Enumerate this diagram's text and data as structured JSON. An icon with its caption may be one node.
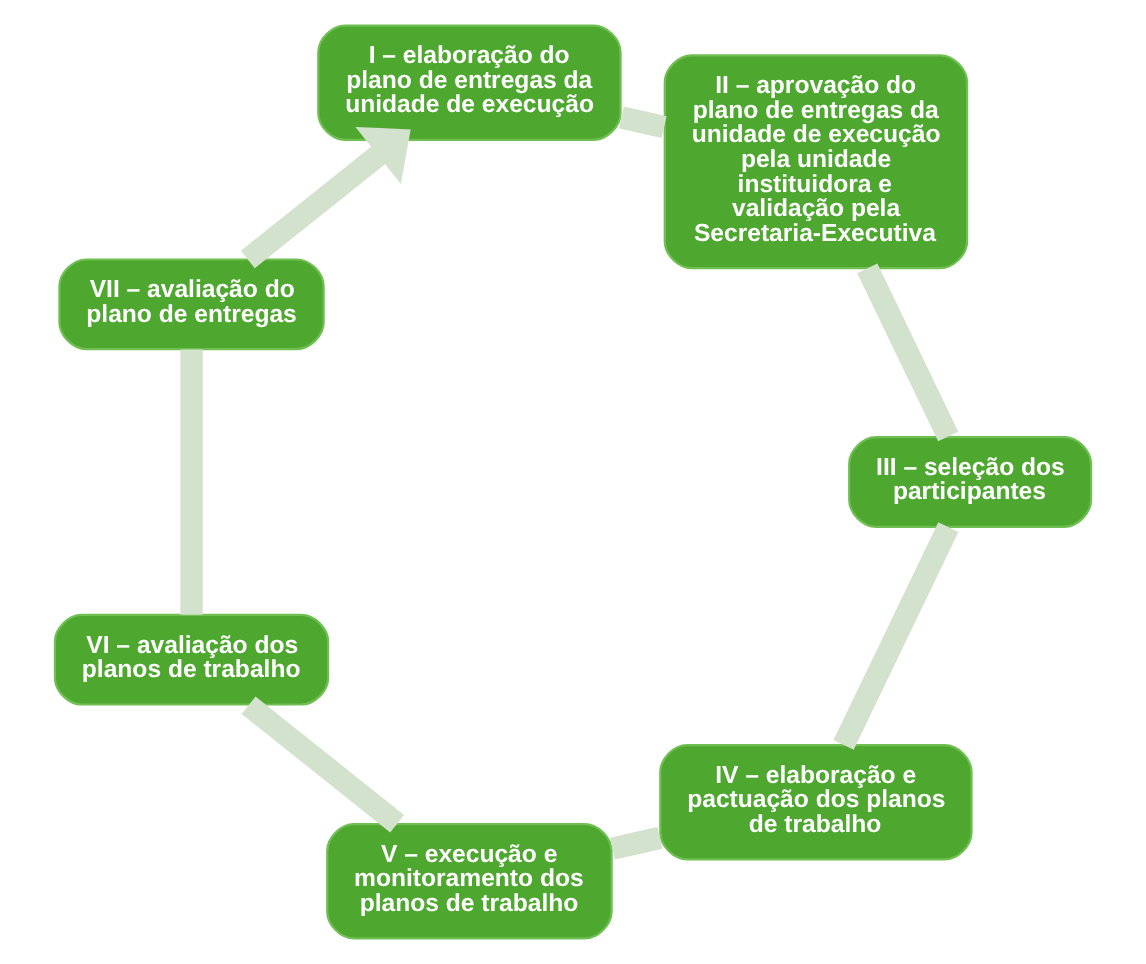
{
  "diagram": {
    "nodes": [
      {
        "text": [
          "I – elaboração do plano de entregas da unidade de execução"
        ]
      },
      {
        "text": [
          "II – aprovação do plano de entregas da unidade de execução pela unidade instituidora e validação pela Secretaria-Executiva"
        ]
      },
      {
        "text": [
          "III – seleção dos participantes"
        ]
      },
      {
        "text": [
          "IV – elaboração e pactuação dos planos de trabalho"
        ]
      },
      {
        "text": [
          "V – execução e monitoramento dos planos de trabalho"
        ]
      },
      {
        "text": [
          "VI – avaliação dos planos de trabalho"
        ]
      },
      {
        "text": [
          "VII – avaliação do plano de entregas"
        ]
      }
    ],
    "edges": [
      {
        "from": 0,
        "to": 1,
        "arrow": "none"
      },
      {
        "from": 1,
        "to": 2,
        "arrow": "none"
      },
      {
        "from": 2,
        "to": 3,
        "arrow": "none"
      },
      {
        "from": 3,
        "to": 4,
        "arrow": "none"
      },
      {
        "from": 4,
        "to": 5,
        "arrow": "none"
      },
      {
        "from": 5,
        "to": 6,
        "arrow": "none"
      },
      {
        "from": 6,
        "to": 0,
        "arrow": "to"
      }
    ]
  }
}
